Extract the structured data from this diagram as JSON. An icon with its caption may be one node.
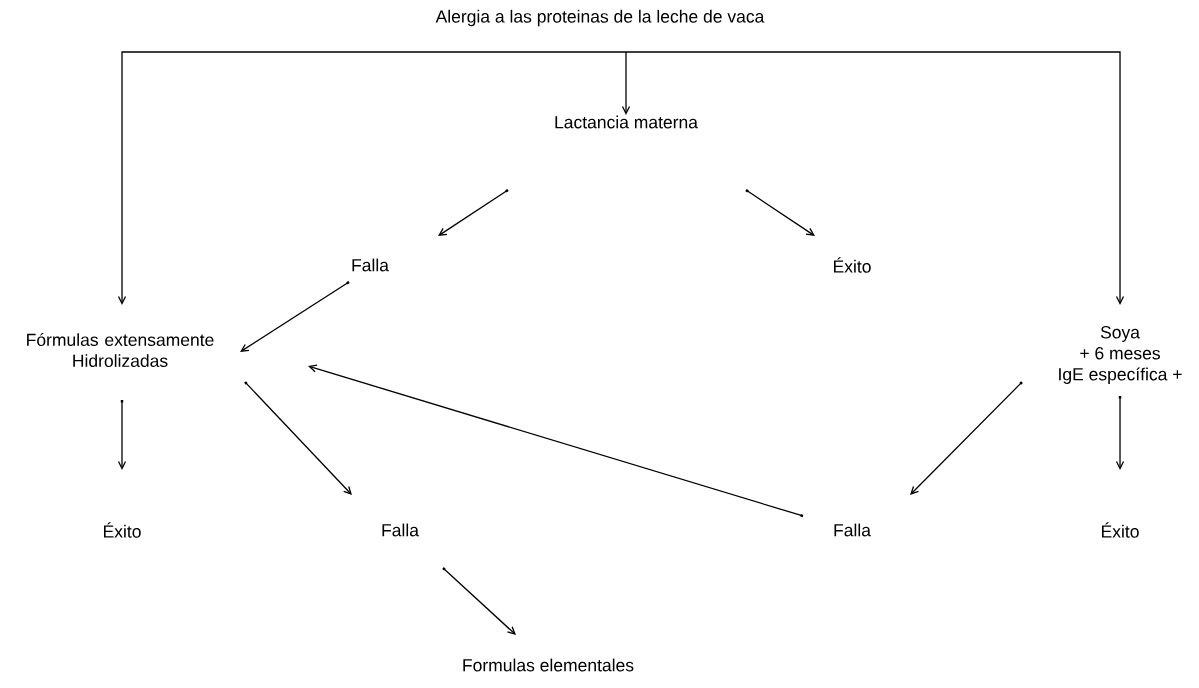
{
  "diagram": {
    "nodes": [
      {
        "text": [
          "Alergia a las proteinas de la leche de vaca"
        ]
      },
      {
        "text": [
          "Lactancia materna"
        ]
      },
      {
        "text": [
          "Falla"
        ]
      },
      {
        "text": [
          "Éxito"
        ]
      },
      {
        "text": [
          "Fórmulas extensamente Hidrolizadas"
        ]
      },
      {
        "text": [
          "Soya",
          "+ 6 meses",
          "IgE específica +"
        ]
      },
      {
        "text": [
          "Éxito"
        ]
      },
      {
        "text": [
          "Falla"
        ]
      },
      {
        "text": [
          "Falla"
        ]
      },
      {
        "text": [
          "Éxito"
        ]
      },
      {
        "text": [
          "Formulas elementales"
        ]
      }
    ],
    "edges": [
      {
        "from": 0,
        "to": 1,
        "arrow": "to"
      },
      {
        "from": 0,
        "to": 4,
        "arrow": "to"
      },
      {
        "from": 0,
        "to": 5,
        "arrow": "to"
      },
      {
        "from": 1,
        "to": 2,
        "arrow": "to"
      },
      {
        "from": 1,
        "to": 3,
        "arrow": "to"
      },
      {
        "from": 2,
        "to": 4,
        "arrow": "to"
      },
      {
        "from": 4,
        "to": 6,
        "arrow": "to"
      },
      {
        "from": 4,
        "to": 7,
        "arrow": "to"
      },
      {
        "from": 5,
        "to": 8,
        "arrow": "to"
      },
      {
        "from": 5,
        "to": 9,
        "arrow": "to"
      },
      {
        "from": 8,
        "to": 4,
        "arrow": "to"
      },
      {
        "from": 7,
        "to": 10,
        "arrow": "to"
      }
    ]
  }
}
